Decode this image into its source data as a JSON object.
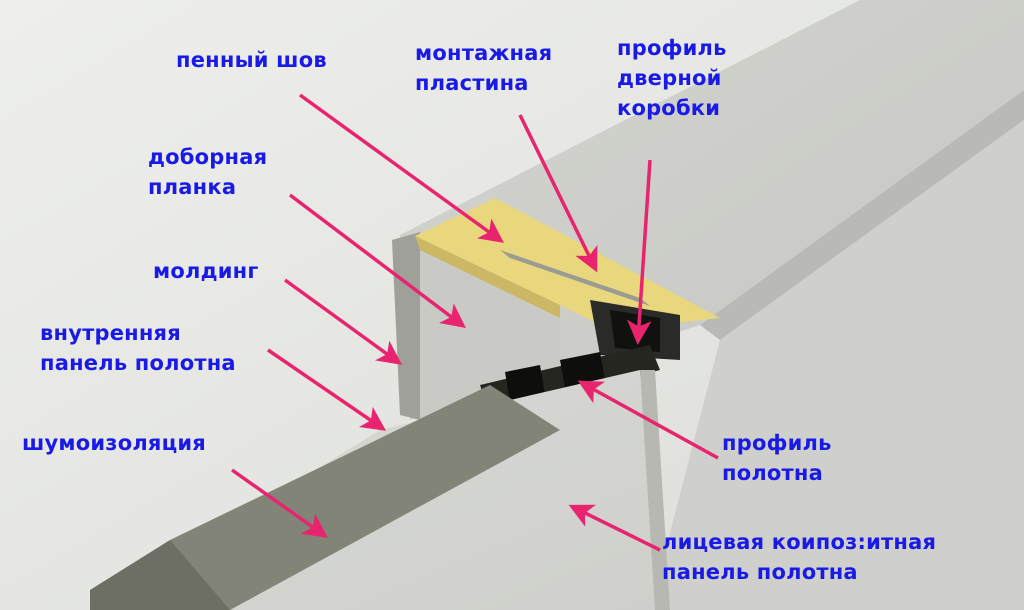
{
  "colors": {
    "label": "#1a1ae6",
    "arrow": "#e8246e",
    "background": "#e6e7e3",
    "foam": "#e8d77c",
    "panel_dark": "#838478",
    "profile_dark": "#1f201e"
  },
  "labels": {
    "foam_seam": [
      "пенный шов"
    ],
    "mounting_plate": [
      "монтажная",
      "пластина"
    ],
    "door_frame_profile": [
      "профиль",
      "дверной",
      "коробки"
    ],
    "extension_strip": [
      "доборная",
      "планка"
    ],
    "molding": [
      "молдинг"
    ],
    "inner_panel": [
      "внутренняя",
      "панель полотна"
    ],
    "soundproofing": [
      "шумоизоляция"
    ],
    "leaf_profile": [
      "профиль",
      "полотна"
    ],
    "face_composite_panel": [
      "лицевая коипоз:итная",
      "панель полотна"
    ]
  }
}
